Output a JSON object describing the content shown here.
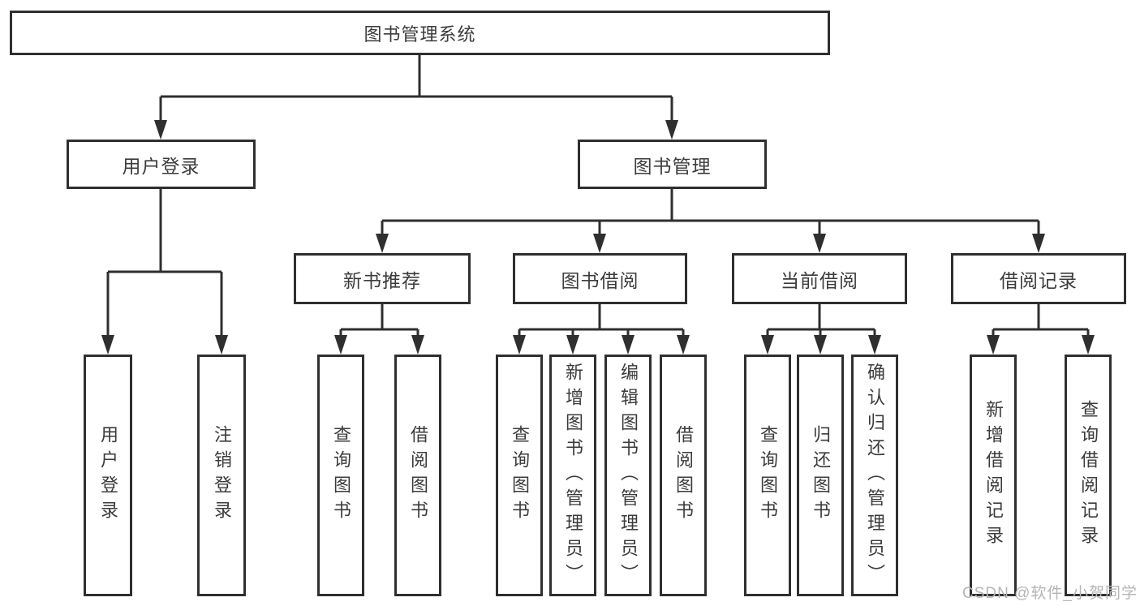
{
  "tree": {
    "label": "图书管理系统",
    "children": [
      {
        "label": "用户登录",
        "children": [
          {
            "label": "用户登录"
          },
          {
            "label": "注销登录"
          }
        ]
      },
      {
        "label": "图书管理",
        "children": [
          {
            "label": "新书推荐",
            "children": [
              {
                "label": "查询图书"
              },
              {
                "label": "借阅图书"
              }
            ]
          },
          {
            "label": "图书借阅",
            "children": [
              {
                "label": "查询图书"
              },
              {
                "label": "新增图书（管理员）"
              },
              {
                "label": "编辑图书（管理员）"
              },
              {
                "label": "借阅图书"
              }
            ]
          },
          {
            "label": "当前借阅",
            "children": [
              {
                "label": "查询图书"
              },
              {
                "label": "归还图书"
              },
              {
                "label": "确认归还（管理员）"
              }
            ]
          },
          {
            "label": "借阅记录",
            "children": [
              {
                "label": "新增借阅记录"
              },
              {
                "label": "查询借阅记录"
              }
            ]
          }
        ]
      }
    ]
  },
  "watermark": "CSDN @软件_小贺同学",
  "colors": {
    "line": "#2f2f2f",
    "text": "#3b3b3b",
    "box_bg": "#ffffff",
    "watermark": "#b5b5b5"
  }
}
